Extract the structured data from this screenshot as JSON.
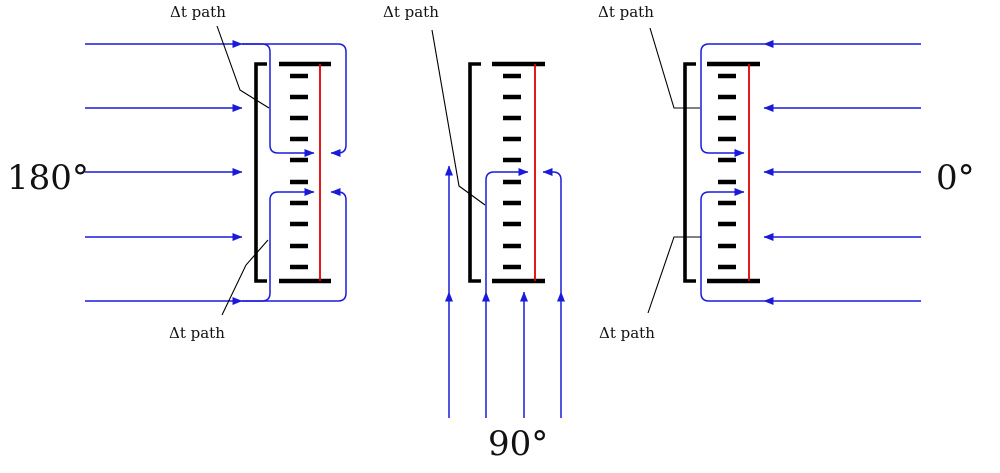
{
  "diagram": {
    "labels": {
      "angle_left": "180°",
      "angle_bottom": "90°",
      "angle_right": "0°",
      "path_top_left": "Δt path",
      "path_bottom_left": "Δt path",
      "path_top_center": "Δt path",
      "path_top_right": "Δt path",
      "path_bottom_right": "Δt path"
    },
    "colors": {
      "flow": "#1a1adb",
      "sensor": "#e00000",
      "structure": "#000000"
    }
  }
}
